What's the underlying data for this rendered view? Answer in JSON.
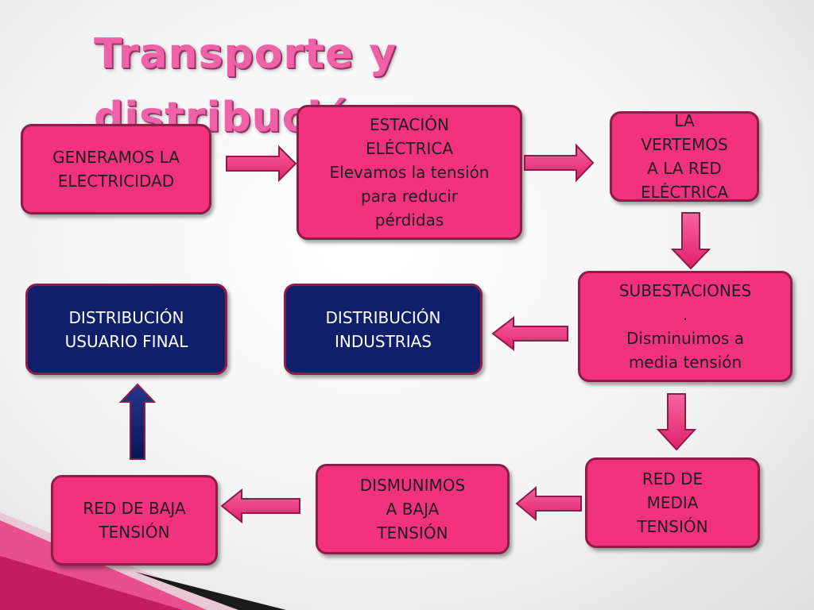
{
  "slide": {
    "title": "Transporte y distribución"
  },
  "nodes": {
    "generamos": "GENERAMOS LA\nELECTRICIDAD",
    "estacion": "ESTACIÓN\nELÉCTRICA\nElevamos la tensión\npara reducir\npérdidas",
    "vertemos": "LA\nVERTEMOS\nA LA RED\nELÉCTRICA",
    "subestaciones": "SUBESTACIONES\n.\nDisminuimos a\nmedia tensión",
    "industrias": "DISTRIBUCIÓN\nINDUSTRIAS",
    "usuario_final": "DISTRIBUCIÓN\nUSUARIO FINAL",
    "red_media": "RED DE\nMEDIA\nTENSIÓN",
    "disminuimos_baja": "DISMUNIMOS\nA BAJA\nTENSIÓN",
    "red_baja": "RED DE BAJA\nTENSIÓN"
  },
  "colors": {
    "pink_box": "#f2327e",
    "navy_box": "#0f1f6b",
    "title": "#f062a8",
    "border": "#8c1d47"
  }
}
